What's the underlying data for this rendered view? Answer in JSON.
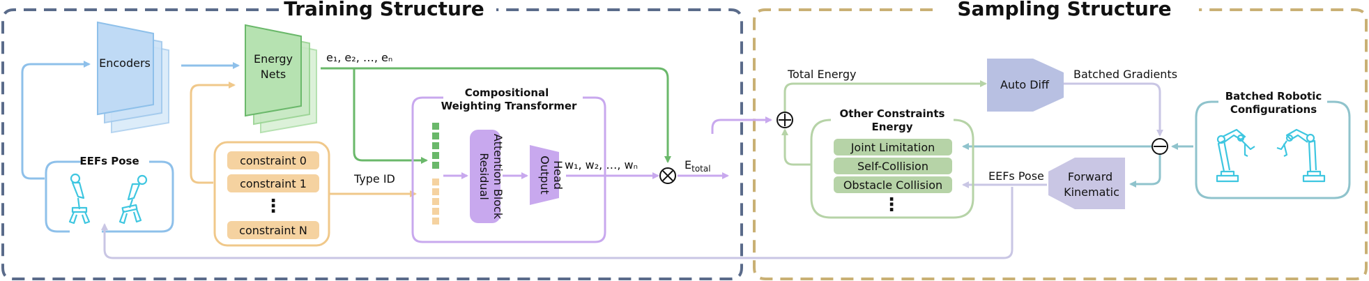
{
  "training": {
    "title": "Training Structure",
    "encoders": "Encoders",
    "energy_nets": [
      "Energy",
      "Nets"
    ],
    "energy_outputs": "e₁, e₂, …, eₙ",
    "eefs_pose": "EEFs Pose",
    "constraints": [
      "constraint 0",
      "constraint 1",
      "constraint N"
    ],
    "ellipsis": "⋮",
    "type_id": "Type ID",
    "transformer_title": [
      "Compositional",
      "Weighting Transformer"
    ],
    "residual_block": [
      "Residual",
      "Attention Block"
    ],
    "output_head": [
      "Output",
      "Head"
    ],
    "weights": "w₁, w₂, …, wₙ",
    "e_total": "E",
    "e_total_sub": "total"
  },
  "sampling": {
    "title": "Sampling Structure",
    "total_energy": "Total Energy",
    "auto_diff": "Auto Diff",
    "batched_gradients": "Batched Gradients",
    "batched_configs": [
      "Batched Robotic",
      "Configurations"
    ],
    "other_constraints": [
      "Other Constraints",
      "Energy"
    ],
    "constraint_items": [
      "Joint Limitation",
      "Self-Collision",
      "Obstacle Collision"
    ],
    "ellipsis": "⋮",
    "eefs_pose": "EEFs Pose",
    "forward_kinematic": [
      "Forward",
      "Kinematic"
    ]
  },
  "colors": {
    "training_border": "#5a6b8a",
    "sampling_border": "#c9b074",
    "blue": "#8ec0ea",
    "green": "#7dc47a",
    "orange": "#f0c88a",
    "purple": "#c8a8ee",
    "lavender": "#b8c0e2",
    "teal": "#8fc3cc",
    "sage": "#b6d3a7"
  }
}
